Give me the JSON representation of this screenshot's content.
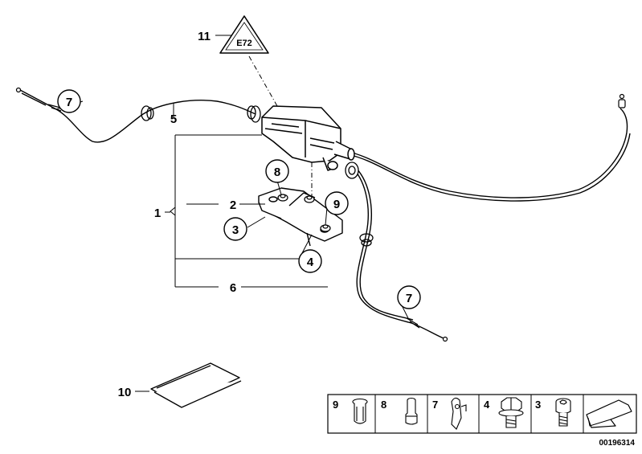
{
  "diagram": {
    "callouts": {
      "c1": "1",
      "c2": "2",
      "c3": "3",
      "c4": "4",
      "c5": "5",
      "c6": "6",
      "c7a": "7",
      "c7b": "7",
      "c8": "8",
      "c9": "9",
      "c10": "10",
      "c11": "11"
    },
    "label_symbol": "E72",
    "legend": {
      "items": [
        {
          "number": "9",
          "icon": "rivet-nut-icon"
        },
        {
          "number": "8",
          "icon": "spacer-sleeve-icon"
        },
        {
          "number": "7",
          "icon": "cable-clip-icon"
        },
        {
          "number": "4",
          "icon": "hex-flange-bolt-icon"
        },
        {
          "number": "3",
          "icon": "hex-socket-bolt-icon"
        }
      ],
      "arrow_icon": "direction-arrow-icon"
    },
    "reference_number": "00196314"
  }
}
